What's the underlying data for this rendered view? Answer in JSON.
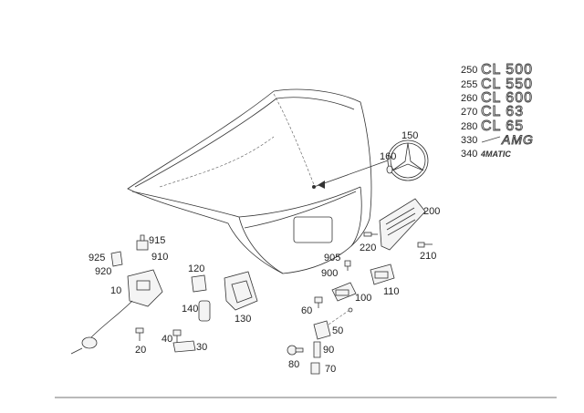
{
  "badge_list": [
    {
      "num": "250",
      "text": "CL 500"
    },
    {
      "num": "255",
      "text": "CL 550"
    },
    {
      "num": "260",
      "text": "CL 600"
    },
    {
      "num": "270",
      "text": "CL 63"
    },
    {
      "num": "280",
      "text": "CL 65"
    },
    {
      "num": "330",
      "text": "AMG"
    },
    {
      "num": "340",
      "text": "4MATIC"
    }
  ],
  "callouts": {
    "c150": "150",
    "c160": "160",
    "c200": "200",
    "c210": "210",
    "c220": "220",
    "c905": "905",
    "c900": "900",
    "c110": "110",
    "c100": "100",
    "c60": "60",
    "c50": "50",
    "c90": "90",
    "c80": "80",
    "c70": "70",
    "c915": "915",
    "c910": "910",
    "c925": "925",
    "c920": "920",
    "c10": "10",
    "c20": "20",
    "c120": "120",
    "c140": "140",
    "c130": "130",
    "c40": "40",
    "c30": "30"
  },
  "icons": {
    "trunk_lid": "trunk-lid-drawing",
    "star": "mercedes-star-emblem",
    "plate": "license-plate-holder"
  }
}
